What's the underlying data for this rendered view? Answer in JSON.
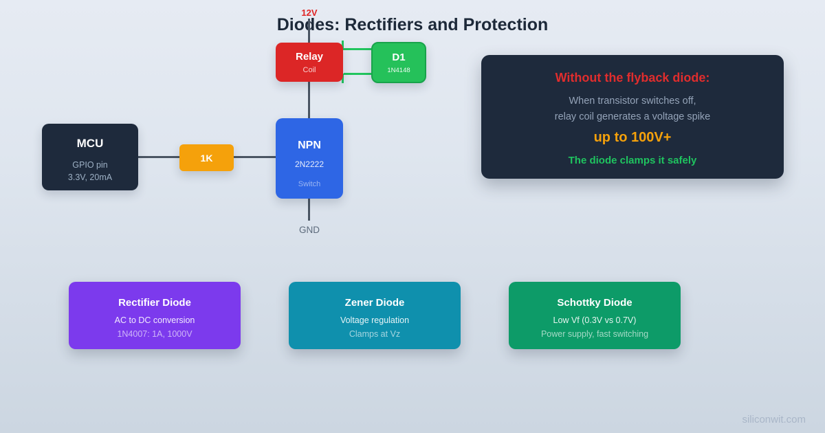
{
  "title": "Diodes: Rectifiers and Protection",
  "watermark": "siliconwit.com",
  "circuit": {
    "supply_label": "12V",
    "gnd_label": "GND",
    "relay": {
      "title": "Relay",
      "subtitle": "Coil"
    },
    "flyback_diode": {
      "title": "D1",
      "subtitle": "1N4148"
    },
    "mcu": {
      "title": "MCU",
      "line1": "GPIO pin",
      "line2": "3.3V, 20mA"
    },
    "resistor": {
      "label": "1K"
    },
    "npn": {
      "title": "NPN",
      "line1": "2N2222",
      "line2": "Switch"
    }
  },
  "callout": {
    "heading": "Without the flyback diode:",
    "line1": "When transistor switches off,",
    "line2": "relay coil generates a voltage spike",
    "highlight": "up to 100V+",
    "footer": "The diode clamps it safely"
  },
  "cards": [
    {
      "title": "Rectifier Diode",
      "line1": "AC to DC conversion",
      "line2": "1N4007: 1A, 1000V"
    },
    {
      "title": "Zener Diode",
      "line1": "Voltage regulation",
      "line2": "Clamps at Vz"
    },
    {
      "title": "Schottky Diode",
      "line1": "Low Vf (0.3V vs 0.7V)",
      "line2": "Power supply, fast switching"
    }
  ],
  "colors": {
    "relay_red": "#dc2626",
    "diode_green": "#25c15a",
    "diode_border_green": "#18a34a",
    "wire_green": "#22c55e",
    "wire_dark": "#4a5563",
    "dark_panel": "#1e2a3c",
    "resistor_orange": "#f5a10b",
    "npn_blue": "#2e66e5",
    "rectifier_purple": "#7c3aed",
    "zener_teal": "#0f90ad",
    "schottky_green": "#0d9b68",
    "callout_heading_red": "#e02d2d",
    "callout_highlight_orange": "#f5a10b",
    "callout_footer_green": "#1fc35f"
  }
}
